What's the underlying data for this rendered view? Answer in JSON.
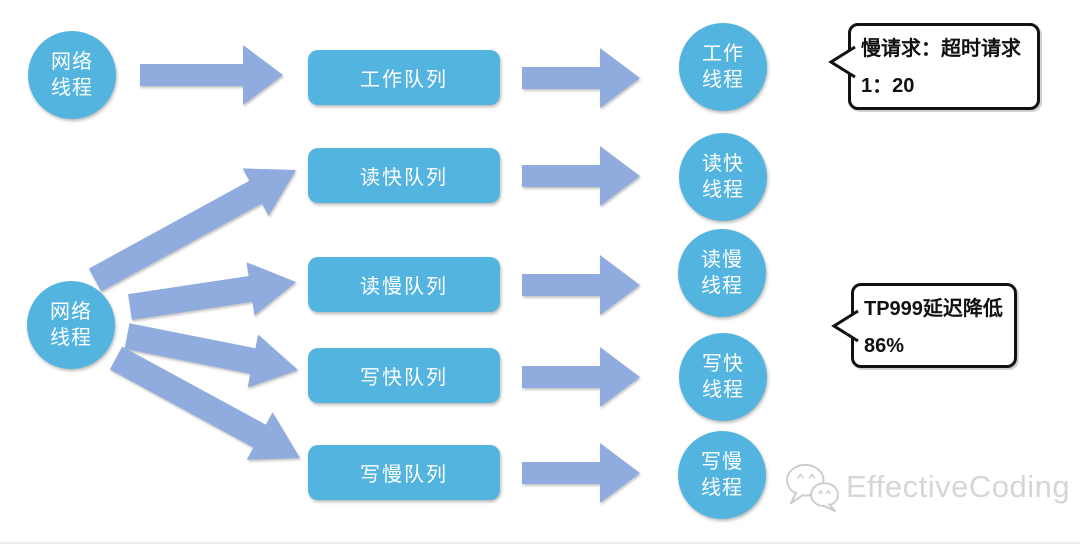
{
  "colors": {
    "node_fill": "#54b4e0",
    "arrow_fill": "#90abdd",
    "callout_border": "#111111",
    "watermark_text": "#d6d6d6"
  },
  "nodes": {
    "source_top": "网络\n线程",
    "source_bottom": "网络\n线程",
    "queues": [
      "工作队列",
      "读快队列",
      "读慢队列",
      "写快队列",
      "写慢队列"
    ],
    "workers": [
      "工作\n线程",
      "读快\n线程",
      "读慢\n线程",
      "写快\n线程",
      "写慢\n线程"
    ]
  },
  "callouts": [
    {
      "line1": "慢请求：超时请求",
      "line2": "1：20"
    },
    {
      "line1": "TP999延迟降低",
      "line2": "86%"
    }
  ],
  "watermark": {
    "text": "EffectiveCoding",
    "icon": "wechat-logo"
  }
}
